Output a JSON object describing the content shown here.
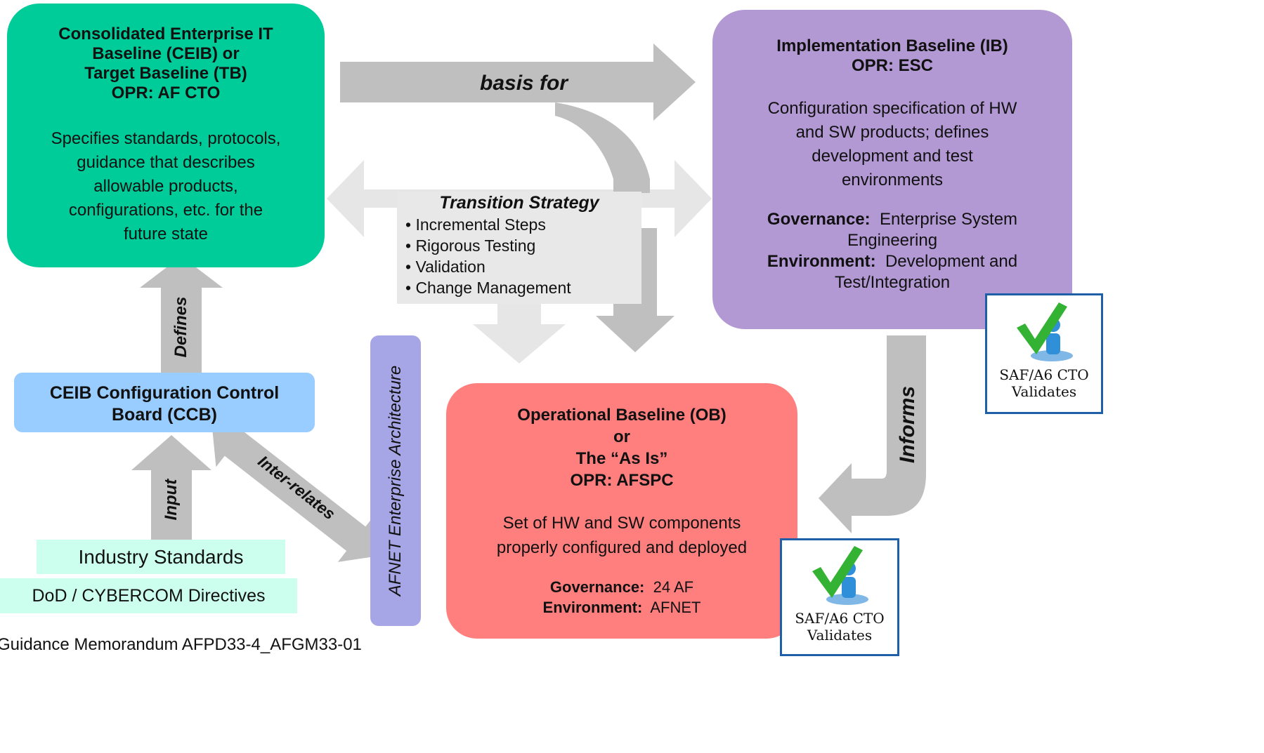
{
  "ceib": {
    "title_lines": [
      "Consolidated Enterprise IT",
      "Baseline (CEIB) or",
      "Target Baseline (TB)",
      "OPR: AF CTO"
    ],
    "desc_lines": [
      "Specifies standards, protocols,",
      "guidance that describes",
      "allowable products,",
      "configurations, etc. for the",
      "future state"
    ]
  },
  "ib": {
    "title_lines": [
      "Implementation Baseline (IB)",
      "OPR: ESC"
    ],
    "desc_lines": [
      "Configuration specification of HW",
      "and SW products; defines",
      "development and test",
      "environments"
    ],
    "governance_label": "Governance:",
    "governance_value": "Enterprise System",
    "governance_value2": "Engineering",
    "environment_label": "Environment:",
    "environment_value": "Development and",
    "environment_value2": "Test/Integration"
  },
  "ob": {
    "title_lines": [
      "Operational Baseline (OB)",
      "or",
      "The “As Is”",
      "OPR: AFSPC"
    ],
    "desc_lines": [
      "Set of HW and SW components",
      "properly configured and deployed"
    ],
    "governance_label": "Governance:",
    "governance_value": "24 AF",
    "environment_label": "Environment:",
    "environment_value": "AFNET"
  },
  "ccb": {
    "lines": [
      "CEIB Configuration Control",
      "Board (CCB)"
    ]
  },
  "industry_standards": "Industry Standards",
  "dod_directives": "DoD / CYBERCOM Directives",
  "afnet_label": "AFNET Enterprise Architecture",
  "transition": {
    "title": "Transition Strategy",
    "items": [
      "• Incremental Steps",
      "• Rigorous Testing",
      "• Validation",
      "• Change Management"
    ]
  },
  "arrows": {
    "basis_for": "basis for",
    "defines": "Defines",
    "input": "Input",
    "inter_relates": "Inter-relates",
    "informs": "Informs"
  },
  "badges": [
    {
      "line1": "SAF/A6 CTO",
      "line2": "Validates"
    },
    {
      "line1": "SAF/A6 CTO",
      "line2": "Validates"
    }
  ],
  "footer": "Guidance Memorandum AFPD33-4_AFGM33-01",
  "colors": {
    "ceib": "#00cc99",
    "ib": "#b399d4",
    "ob": "#ff7f7f",
    "ccb": "#99ccff",
    "standards": "#ccffee",
    "afnet": "#a6a6e6",
    "arrow_dark": "#bfbfbf",
    "arrow_light": "#e6e6e6",
    "badge_border": "#1f5fa8"
  }
}
